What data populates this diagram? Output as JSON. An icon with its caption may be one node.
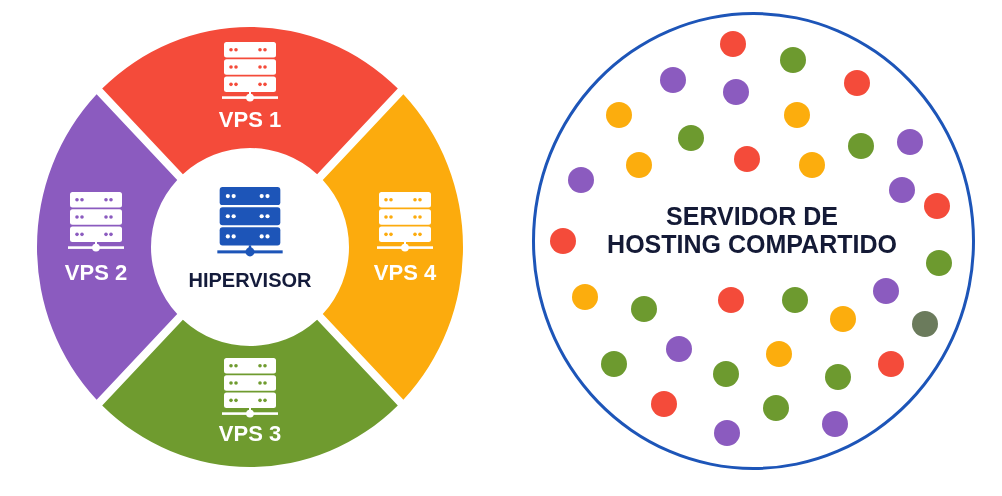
{
  "diagram": {
    "nodes": [
      {
        "text": [
          "VPS 1"
        ]
      },
      {
        "text": [
          "VPS 2"
        ]
      },
      {
        "text": [
          "HIPERVISOR"
        ]
      },
      {
        "text": [
          "VPS 4"
        ]
      },
      {
        "text": [
          "VPS 3"
        ]
      },
      {
        "text": [
          "SERVIDOR DE HOSTING COMPARTIDO"
        ]
      }
    ]
  }
}
